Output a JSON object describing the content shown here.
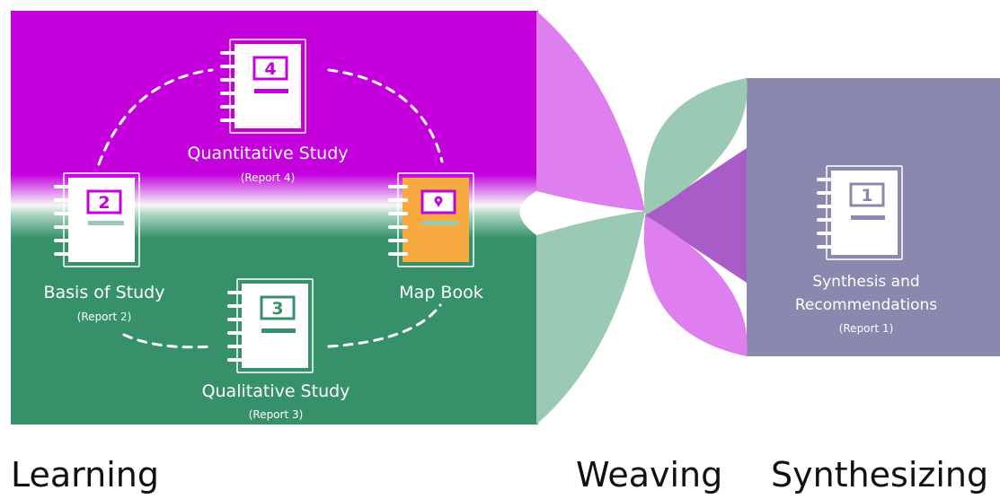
{
  "colors": {
    "purple": "#C400DC",
    "green": "#36916A",
    "light_purple": "#DF7EEE",
    "light_green": "#9ACAB3",
    "mid_purple": "#A95BC8",
    "slate": "#8A88AE",
    "orange": "#F7AA3F",
    "white": "#FFFFFF"
  },
  "reports": [
    {
      "number": "4",
      "title": "Quantitative Study",
      "subtitle": "(Report 4)"
    },
    {
      "number": "2",
      "title": "Basis of Study",
      "subtitle": "(Report 2)"
    },
    {
      "title": "Map Book",
      "icon": "map-pin-icon"
    },
    {
      "number": "3",
      "title": "Qualitative Study",
      "subtitle": "(Report 3)"
    },
    {
      "number": "1",
      "title_lines": [
        "Synthesis and",
        "Recommendations"
      ],
      "subtitle": "(Report 1)"
    }
  ],
  "phases": [
    "Learning",
    "Weaving",
    "Synthesizing"
  ]
}
